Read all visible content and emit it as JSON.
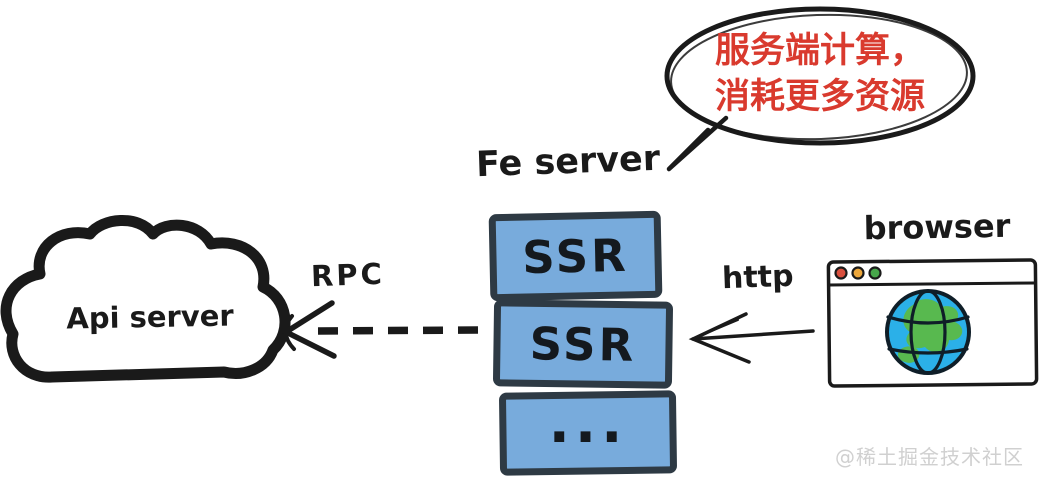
{
  "colors": {
    "ink": "#1a1a1a",
    "box_fill": "#78abdc",
    "box_border": "#2e3a44",
    "bubble_text": "#d93a2e",
    "watermark": "#d0d0d0",
    "globe_ocean": "#2bb0e8",
    "globe_land": "#58b94f",
    "traffic_red": "#d94f3d",
    "traffic_yellow": "#eda73b",
    "traffic_green": "#47a64a"
  },
  "bubble": {
    "line1": "服务端计算，",
    "line2": "消耗更多资源"
  },
  "fe_server": {
    "label": "Fe server",
    "boxes": [
      {
        "label": "SSR"
      },
      {
        "label": "SSR"
      },
      {
        "label": "..."
      }
    ]
  },
  "api_server": {
    "label": "Api server"
  },
  "links": {
    "rpc": "RPC",
    "http": "http"
  },
  "browser": {
    "label": "browser"
  },
  "watermark": {
    "text": "@稀土掘金技术社区"
  }
}
